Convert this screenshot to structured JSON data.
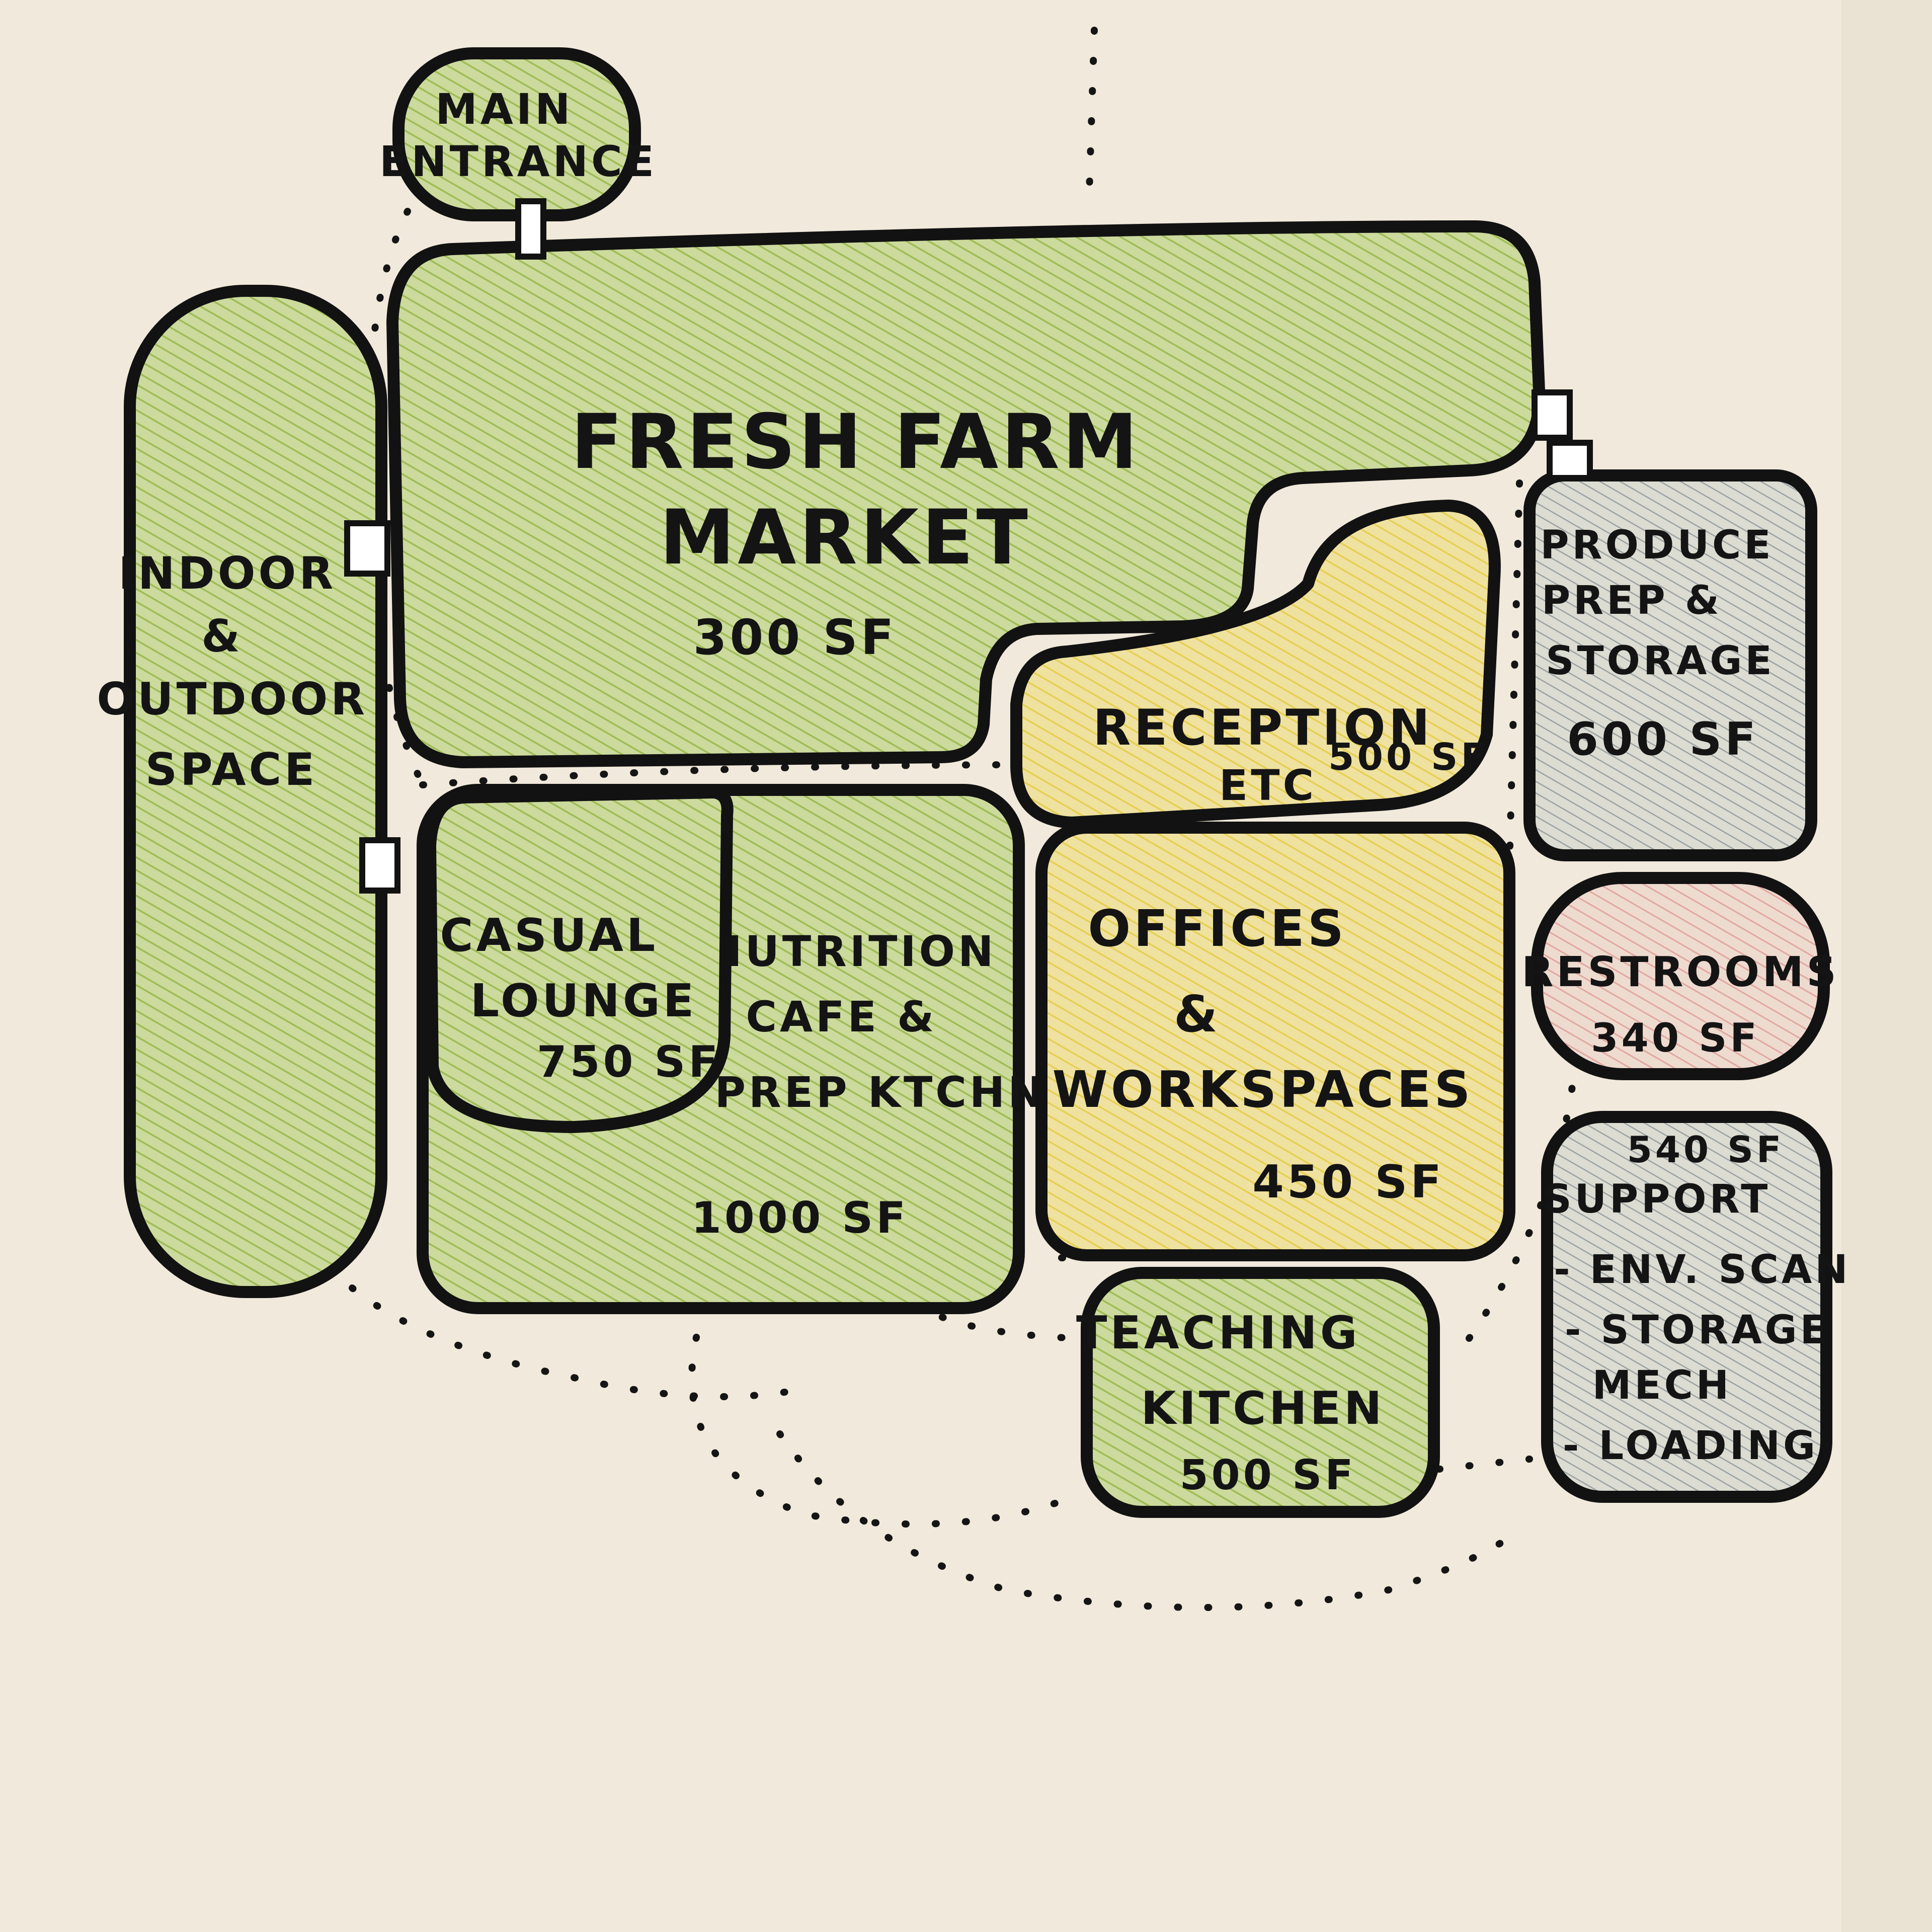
{
  "colors": {
    "paper": "#f1e9db",
    "ink": "#121212",
    "green": "#b8cc7f",
    "yellow": "#ecdc8c",
    "blue_gray": "#cfd2c9",
    "pink": "#e8c9bd"
  },
  "zones": {
    "main_entrance": {
      "label": [
        "MAIN",
        "ENTRANCE"
      ],
      "color": "green"
    },
    "fresh_farm_market": {
      "label": [
        "FRESH FARM",
        "MARKET"
      ],
      "area": "300 SF",
      "color": "green"
    },
    "indoor_outdoor_space": {
      "label": [
        "INDOOR",
        "&",
        "OUTDOOR",
        "SPACE"
      ],
      "color": "green"
    },
    "reception": {
      "label": [
        "RECEPTION",
        "ETC"
      ],
      "area": "500 SF",
      "color": "yellow"
    },
    "produce_prep_storage": {
      "label": [
        "PRODUCE",
        "PREP &",
        "STORAGE"
      ],
      "area": "600 SF",
      "color": "blue_gray"
    },
    "casual_lounge": {
      "label": [
        "CASUAL",
        "LOUNGE"
      ],
      "area": "750 SF",
      "color": "green"
    },
    "nutrition_cafe": {
      "label": [
        "NUTRITION",
        "CAFE &",
        "PREP KTCHN"
      ],
      "area": "1000 SF",
      "color": "green"
    },
    "offices_workspaces": {
      "label": [
        "OFFICES",
        "&",
        "WORKSPACES"
      ],
      "area": "450 SF",
      "color": "yellow"
    },
    "restrooms": {
      "label": [
        "RESTROOMS"
      ],
      "area": "340 SF",
      "color": "pink"
    },
    "support": {
      "area": "540 SF",
      "label": [
        "SUPPORT",
        "- ENV. SCAN",
        "- STORAGE",
        "MECH",
        "- LOADING"
      ],
      "color": "blue_gray"
    },
    "teaching_kitchen": {
      "label": [
        "TEACHING",
        "KITCHEN"
      ],
      "area": "500 SF",
      "color": "green"
    }
  }
}
